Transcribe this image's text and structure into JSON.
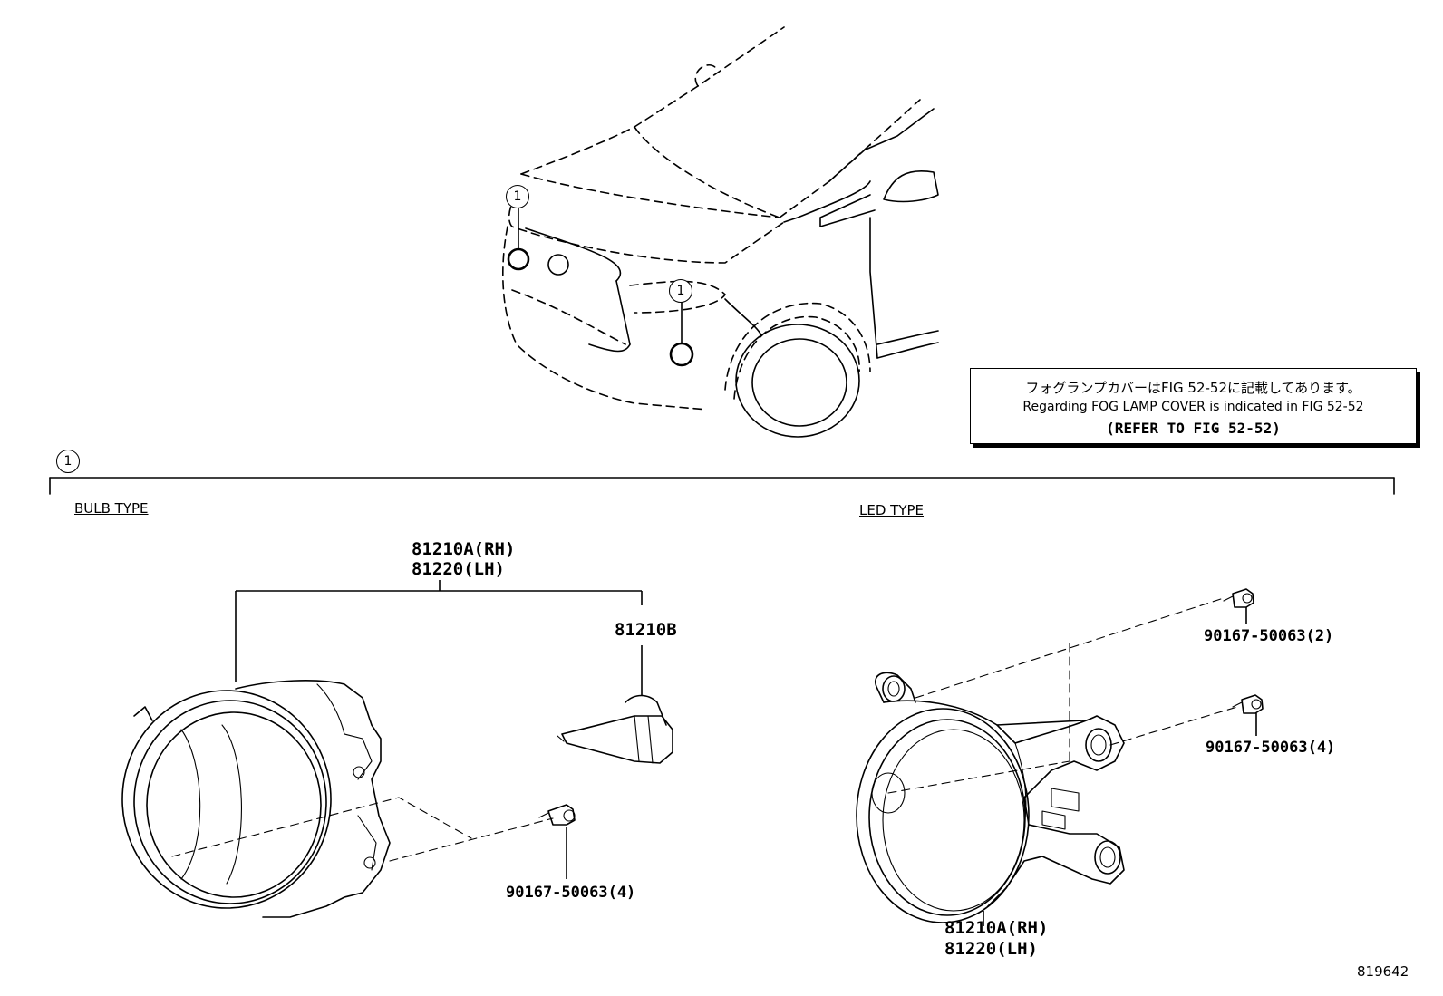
{
  "callout_number": "1",
  "note": {
    "jp": "フォグランプカバーはFIG 52-52に記載してあります。",
    "en": "Regarding FOG LAMP COVER is indicated in FIG 52-52",
    "refer": "(REFER TO FIG 52-52)"
  },
  "sections": {
    "bulb": "BULB TYPE",
    "led": "LED TYPE"
  },
  "bulb_parts": {
    "lamp_rh": "81210A(RH)",
    "lamp_lh": "81220(LH)",
    "bulb": "81210B",
    "screw": "90167-50063(4)"
  },
  "led_parts": {
    "screw_top": "90167-50063(2)",
    "screw_mid": "90167-50063(4)",
    "lamp_rh": "81210A(RH)",
    "lamp_lh": "81220(LH)"
  },
  "figure_id": "819642"
}
